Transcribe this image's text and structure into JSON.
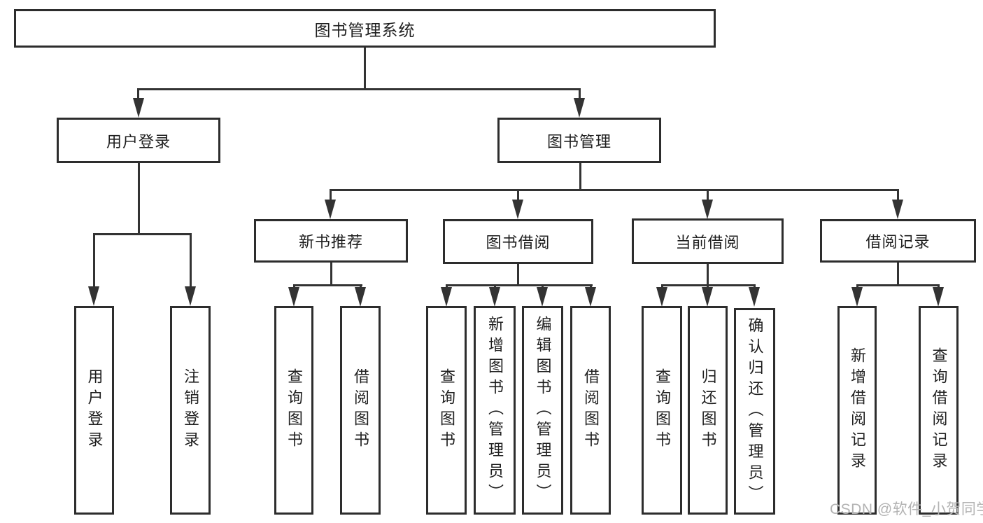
{
  "diagram_title": "图书管理系统",
  "colors": {
    "background": "#ffffff",
    "line": "#333333",
    "box_border": "#2d2d2d",
    "text": "#1f1f1f",
    "watermark": "#b3b3b3"
  },
  "nodes": {
    "root": {
      "label": "图书管理系统"
    },
    "user_login": {
      "label": "用户登录"
    },
    "book_mgmt": {
      "label": "图书管理"
    },
    "new_book": {
      "label": "新书推荐"
    },
    "book_borrow": {
      "label": "图书借阅"
    },
    "current_borrow": {
      "label": "当前借阅"
    },
    "borrow_record": {
      "label": "借阅记录"
    },
    "leaf_user_login": {
      "label": "用户登录"
    },
    "leaf_logout": {
      "label": "注销登录"
    },
    "leaf_nb_query": {
      "label": "查询图书"
    },
    "leaf_nb_borrow": {
      "label": "借阅图书"
    },
    "leaf_bb_query": {
      "label": "查询图书"
    },
    "leaf_bb_add": {
      "label": "新增图书（管理员）"
    },
    "leaf_bb_edit": {
      "label": "编辑图书（管理员）"
    },
    "leaf_bb_borrow": {
      "label": "借阅图书"
    },
    "leaf_cb_query": {
      "label": "查询图书"
    },
    "leaf_cb_return": {
      "label": "归还图书"
    },
    "leaf_cb_confirm": {
      "label": "确认归还（管理员）"
    },
    "leaf_br_add": {
      "label": "新增借阅记录"
    },
    "leaf_br_query": {
      "label": "查询借阅记录"
    }
  },
  "hierarchy": {
    "图书管理系统": [
      "用户登录",
      "图书管理"
    ],
    "用户登录": [
      "用户登录",
      "注销登录"
    ],
    "图书管理": [
      "新书推荐",
      "图书借阅",
      "当前借阅",
      "借阅记录"
    ],
    "新书推荐": [
      "查询图书",
      "借阅图书"
    ],
    "图书借阅": [
      "查询图书",
      "新增图书（管理员）",
      "编辑图书（管理员）",
      "借阅图书"
    ],
    "当前借阅": [
      "查询图书",
      "归还图书",
      "确认归还（管理员）"
    ],
    "借阅记录": [
      "新增借阅记录",
      "查询借阅记录"
    ]
  },
  "watermark": "CSDN @软件_小贺同学"
}
